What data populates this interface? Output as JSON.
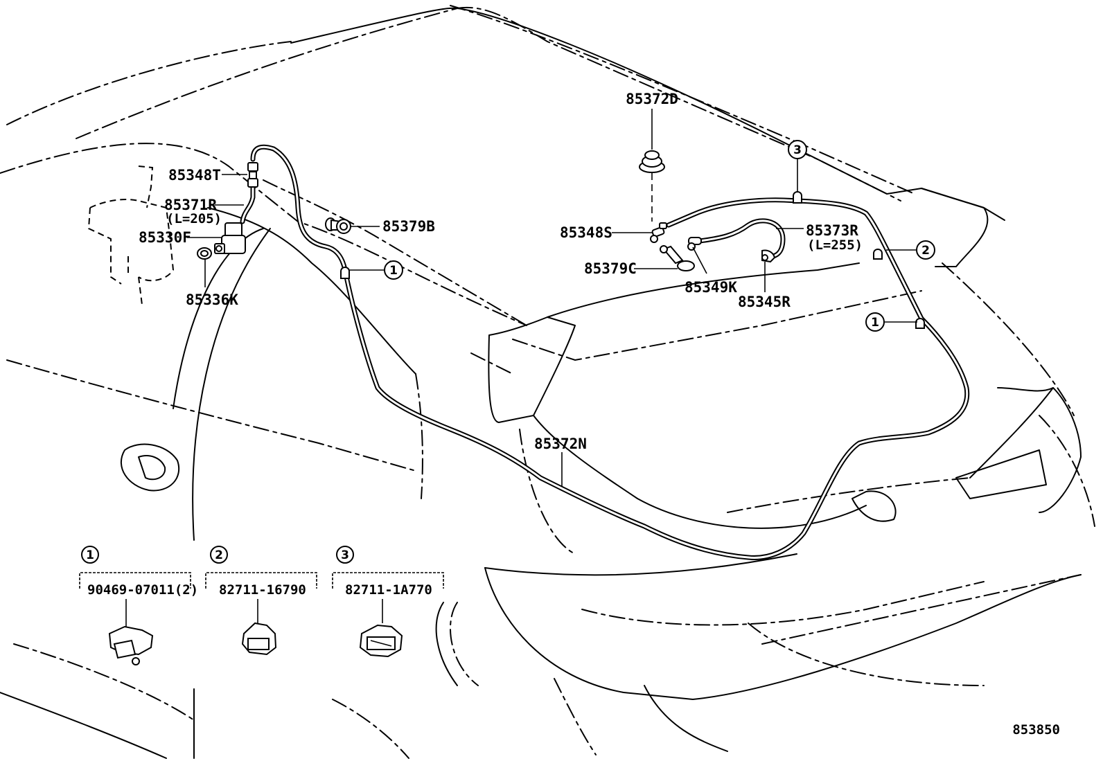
{
  "diagram": {
    "part_labels": {
      "p85372D": "85372D",
      "p85348T": "85348T",
      "p85371R": "85371R",
      "p85371R_len": "(L=205)",
      "p85330F": "85330F",
      "p85336K": "85336K",
      "p85379B": "85379B",
      "p85348S": "85348S",
      "p85373R": "85373R",
      "p85373R_len": "(L=255)",
      "p85379C": "85379C",
      "p85349K": "85349K",
      "p85345R": "85345R",
      "p85372N": "85372N"
    },
    "callouts": [
      "1",
      "2",
      "3"
    ],
    "legend": [
      {
        "key": "1",
        "part_number": "90469-07011(2)"
      },
      {
        "key": "2",
        "part_number": "82711-16790"
      },
      {
        "key": "3",
        "part_number": "82711-1A770"
      }
    ],
    "figure_code": "853850"
  }
}
